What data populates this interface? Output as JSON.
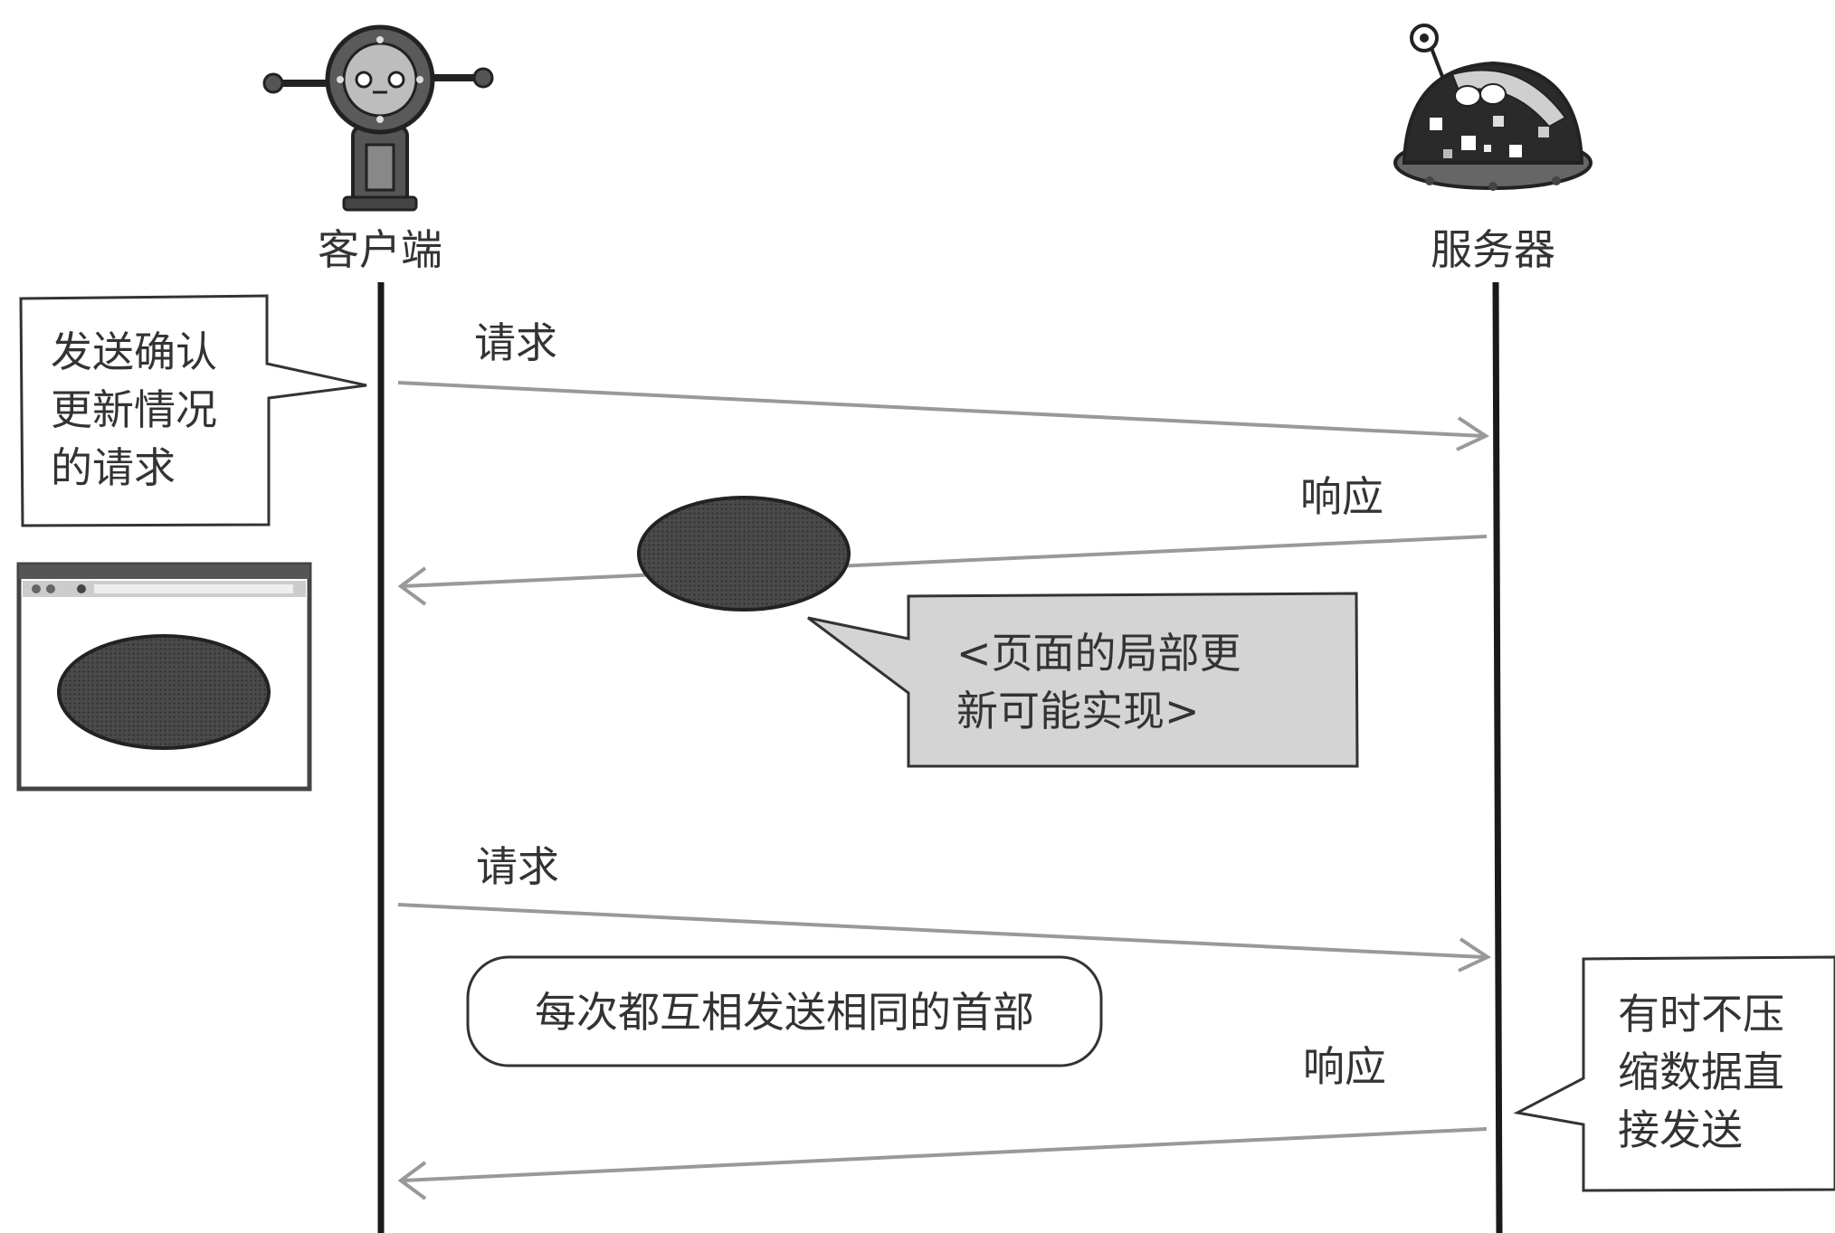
{
  "actors": {
    "client": "客户端",
    "server": "服务器"
  },
  "messages": {
    "request_1": "请求",
    "response_1": "响应",
    "request_2": "请求",
    "response_2": "响应"
  },
  "notes": {
    "client_note_lines": [
      "发送确认",
      "更新情况",
      "的请求"
    ],
    "partial_update_lines": [
      "<页面的局部更",
      "新可能实现>"
    ],
    "same_header": "每次都互相发送相同的首部",
    "server_note_lines": [
      "有时不压",
      "缩数据直",
      "接发送"
    ]
  }
}
